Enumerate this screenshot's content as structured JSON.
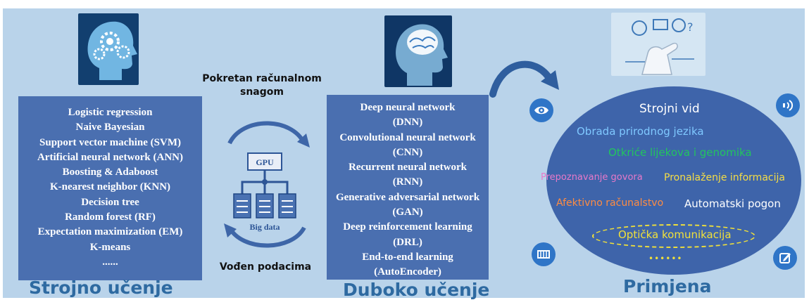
{
  "middle": {
    "top_label_line1": "Pokretan računalnom",
    "top_label_line2": "snagom",
    "gpu_label": "GPU",
    "bigdata_label": "Big data",
    "bottom_label": "Vođen podacima"
  },
  "ml": {
    "title": "Strojno učenje",
    "items": [
      "Logistic regression",
      "Naive Bayesian",
      "Support vector machine (SVM)",
      "Artificial neural network (ANN)",
      "Boosting & Adaboost",
      "K-nearest neighbor (KNN)",
      "Decision tree",
      "Random forest (RF)",
      "Expectation maximization (EM)",
      "K-means",
      "......"
    ]
  },
  "dl": {
    "title": "Duboko učenje",
    "items": [
      "Deep neural network",
      "(DNN)",
      "Convolutional neural network",
      "(CNN)",
      "Recurrent neural network",
      "(RNN)",
      "Generative adversarial network",
      "(GAN)",
      "Deep reinforcement learning",
      "(DRL)",
      "End-to-end learning",
      "(AutoEncoder)"
    ]
  },
  "app": {
    "title": "Primjena",
    "computer_vision": "Strojni vid",
    "nlp": "Obrada prirodnog jezika",
    "drug_discovery": "Otkriće lijekova i genomika",
    "speech": "Prepoznavanje govora",
    "info_retrieval": "Pronalaženje informacija",
    "affective": "Afektivno računalstvo",
    "autonomous": "Automatski pogon",
    "optical": "Optička komunikacija",
    "more": "••••••"
  },
  "colors": {
    "background": "#b9d3ea",
    "box_fill": "#4a6fb0",
    "ellipse_fill": "#3e64aa",
    "title_color": "#2e6aa1",
    "nlp": "#7fc8ff",
    "drug_discovery": "#22c55e",
    "speech": "#e879c9",
    "info_retrieval": "#f5dd45",
    "affective": "#ff8c42",
    "optical": "#f0e03a",
    "icon_blue": "#2f75c7"
  },
  "icons": [
    "gears-head-icon",
    "brain-head-icon",
    "robot-hand-icon",
    "gpu-server-icon",
    "eye-icon",
    "speaker-waves-icon",
    "film-strip-icon",
    "edit-icon"
  ]
}
